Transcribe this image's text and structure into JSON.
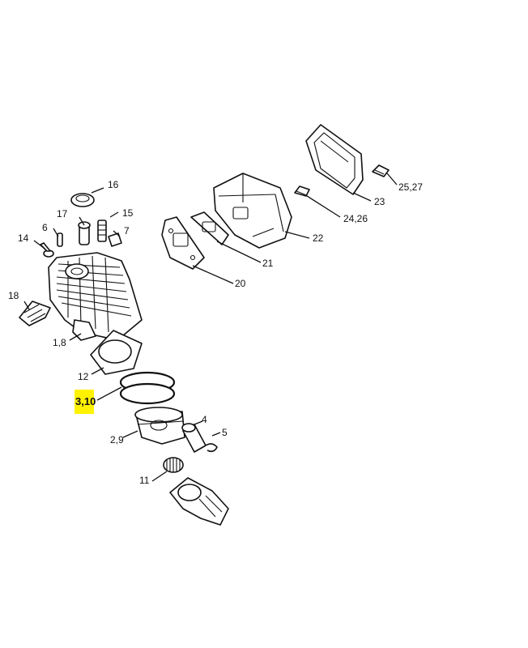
{
  "highlight_color": "#fff200",
  "labels": {
    "l16": "16",
    "l15": "15",
    "l17": "17",
    "l6": "6",
    "l7": "7",
    "l14": "14",
    "l18": "18",
    "l18b": "1,8",
    "l12": "12",
    "l310": "3,10",
    "l4": "4",
    "l5": "5",
    "l29": "2,9",
    "l11": "11",
    "l20": "20",
    "l21": "21",
    "l22": "22",
    "l2426": "24,26",
    "l23": "23",
    "l2527": "25,27"
  }
}
